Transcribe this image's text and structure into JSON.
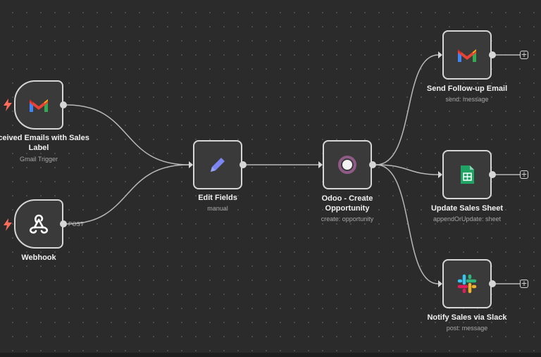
{
  "nodes": {
    "gmail_trigger": {
      "title": "Received Emails with Sales Label",
      "subtitle": "Gmail Trigger",
      "icon": "gmail-icon"
    },
    "webhook": {
      "title": "Webhook",
      "subtitle": "",
      "icon": "webhook-icon",
      "output_label": "POST"
    },
    "edit_fields": {
      "title": "Edit Fields",
      "subtitle": "manual",
      "icon": "pencil-icon"
    },
    "odoo": {
      "title": "Odoo - Create Opportunity",
      "subtitle": "create: opportunity",
      "icon": "odoo-icon"
    },
    "send_email": {
      "title": "Send Follow-up Email",
      "subtitle": "send: message",
      "icon": "gmail-icon"
    },
    "update_sheet": {
      "title": "Update Sales Sheet",
      "subtitle": "appendOrUpdate: sheet",
      "icon": "google-sheets-icon"
    },
    "notify_slack": {
      "title": "Notify Sales via Slack",
      "subtitle": "post: message",
      "icon": "slack-icon"
    }
  },
  "add_button_label": "+",
  "colors": {
    "canvas": "#2b2b2b",
    "node_bg": "#3a3a3a",
    "node_border": "#d6d6d6",
    "trigger_bolt": "#ff6d5a",
    "edit_icon": "#7b86f0",
    "odoo": "#8f5b86",
    "sheets": "#1fa463"
  }
}
